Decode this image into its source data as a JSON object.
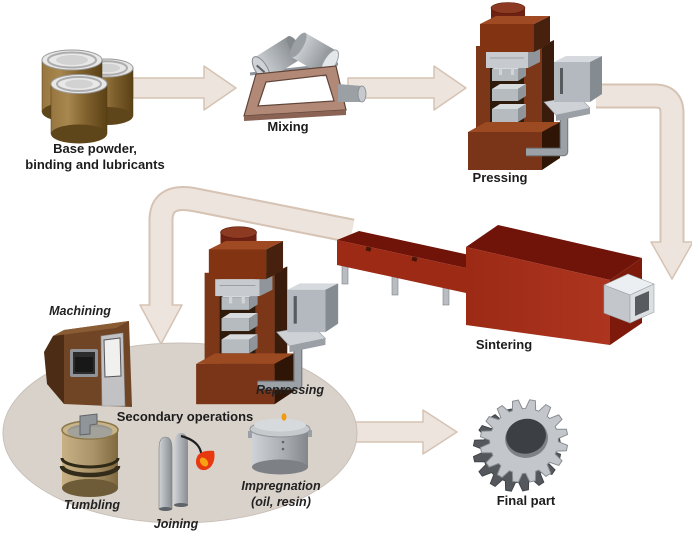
{
  "diagram": {
    "type": "process-flow",
    "subject": "powder metallurgy process",
    "steps": [
      {
        "name": "base-powder",
        "icon": "powder-cans-icon",
        "label_line1": "Base powder,",
        "label_line2": "binding and lubricants"
      },
      {
        "name": "mixing",
        "icon": "tumbler-mixer-icon",
        "label": "Mixing"
      },
      {
        "name": "pressing",
        "icon": "hydraulic-press-icon",
        "label": "Pressing"
      },
      {
        "name": "sintering",
        "icon": "sintering-furnace-icon",
        "label": "Sintering"
      },
      {
        "name": "secondary-operations",
        "icon": "operations-ellipse",
        "label": "Secondary operations"
      },
      {
        "name": "machining",
        "icon": "cnc-machine-icon",
        "label": "Machining"
      },
      {
        "name": "repressing",
        "icon": "hydraulic-press-icon",
        "label": "Repressing"
      },
      {
        "name": "tumbling",
        "icon": "tumbling-barrel-icon",
        "label": "Tumbling"
      },
      {
        "name": "joining",
        "icon": "gas-cylinders-torch-icon",
        "label": "Joining"
      },
      {
        "name": "impregnation",
        "icon": "impregnation-pot-icon",
        "label_line1": "Impregnation",
        "label_line2": "(oil, resin)"
      },
      {
        "name": "final-part",
        "icon": "gear-icon",
        "label": "Final part"
      }
    ],
    "colors": {
      "background": "#ffffff",
      "arrow_fill": "#ece4dd",
      "arrow_border": "#d6c3b4",
      "ellipse_fill": "#d9d2cb",
      "furnace_red_front": "#a7311b",
      "furnace_red_top": "#701309",
      "furnace_red_end": "#7d1a0c",
      "press_brown": "#7c3718",
      "press_dark_brown": "#3a1c0c",
      "can_brown": "#8f6f3e",
      "metal_light": "#d4d7da",
      "metal_mid": "#a9aeb3",
      "metal_dark": "#5c6065",
      "flame_red": "#e8380f",
      "flame_orange": "#f6a212",
      "label_color": "#1c1c1c"
    }
  }
}
